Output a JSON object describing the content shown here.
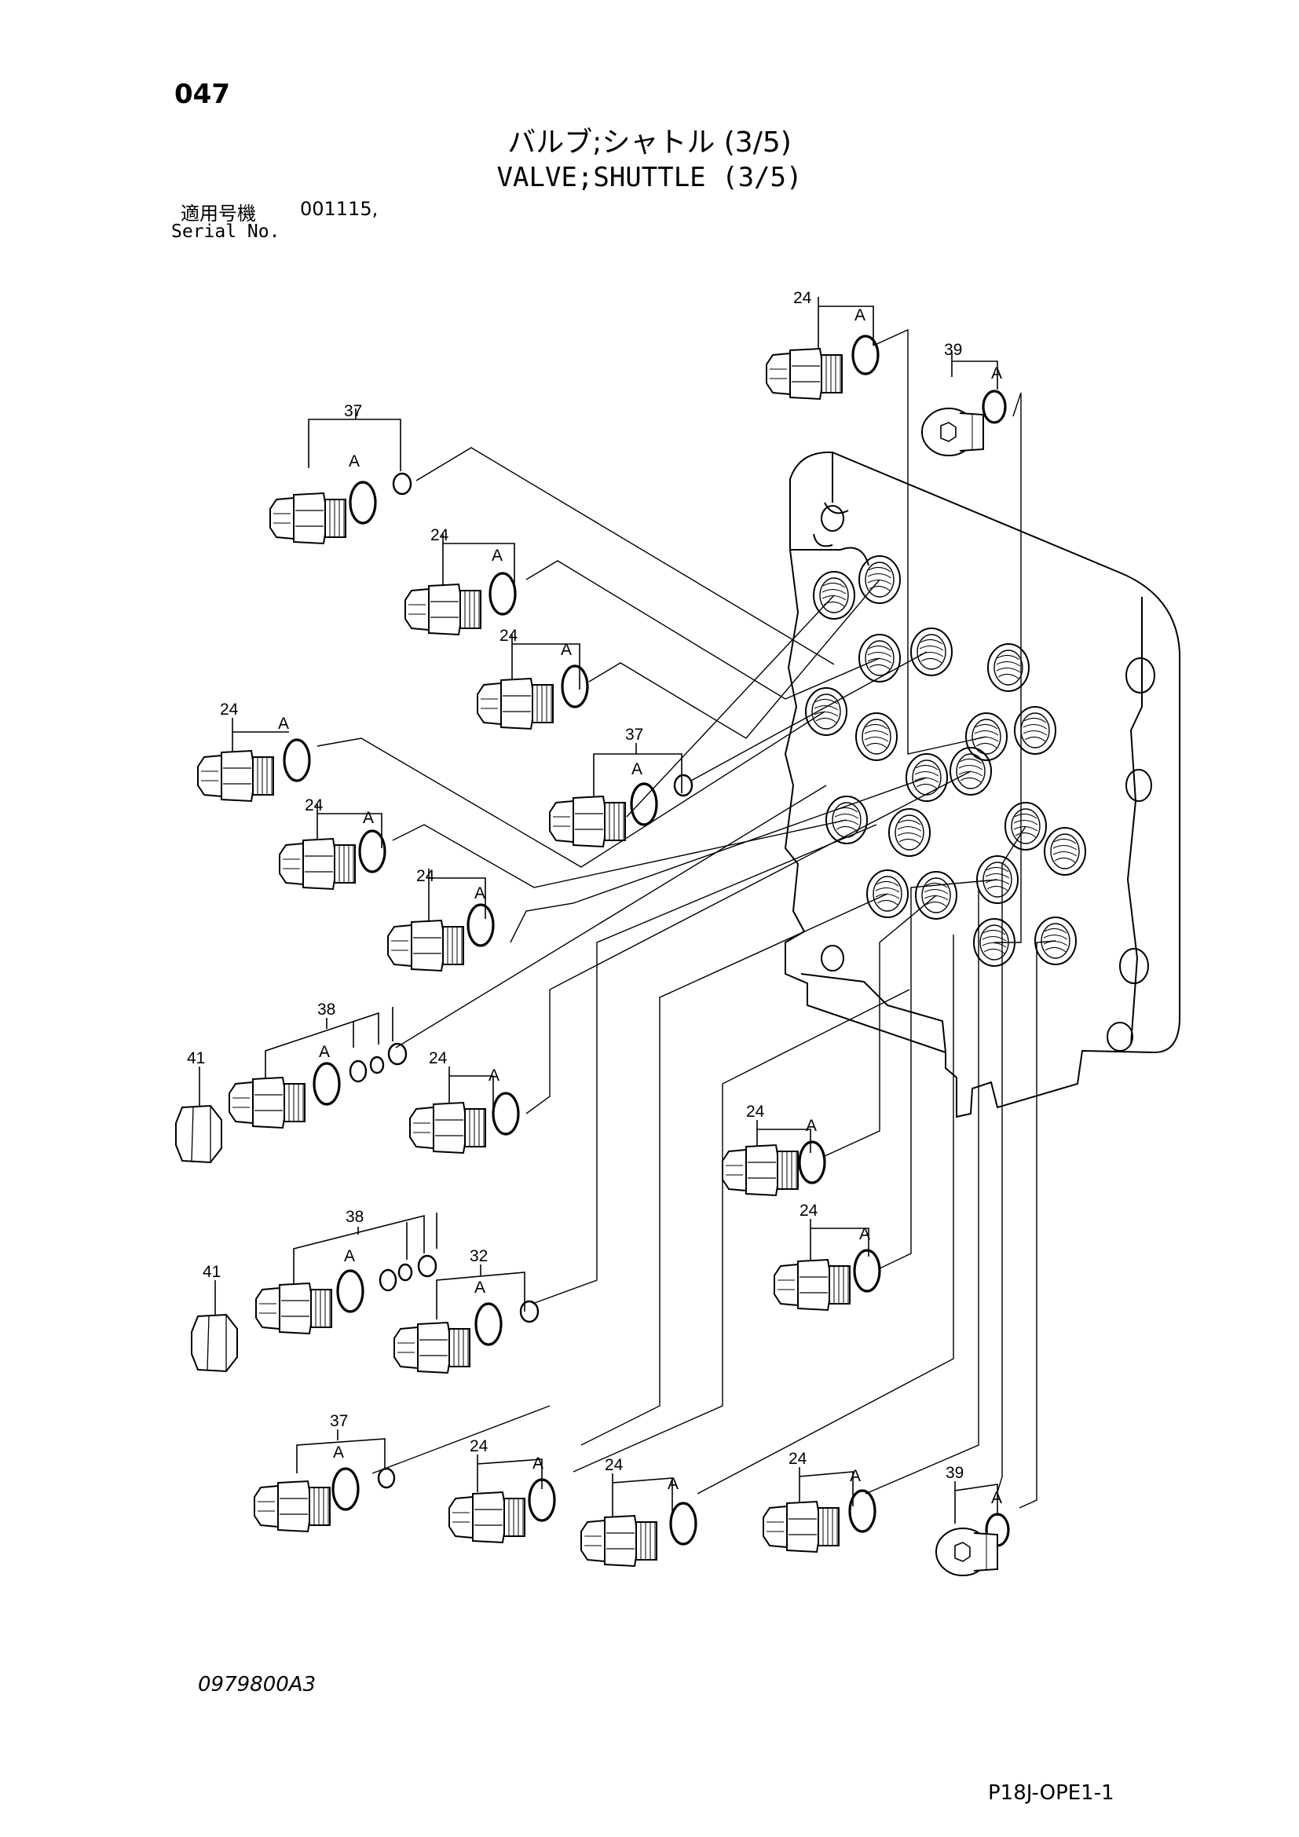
{
  "header": {
    "page_number": "047",
    "title_ja": "バルブ;シャトル (3/5)",
    "title_en": "VALVE;SHUTTLE (3/5)",
    "serial_label_ja": "適用号機",
    "serial_value": "001115,",
    "serial_label_en": "Serial No."
  },
  "footer": {
    "drawing_number": "0979800A3",
    "sheet_code": "P18J-OPE1-1"
  },
  "part_labels": {
    "p24": "24",
    "p32": "32",
    "p37": "37",
    "p38": "38",
    "p39": "39",
    "p41": "41",
    "seal": "A"
  }
}
